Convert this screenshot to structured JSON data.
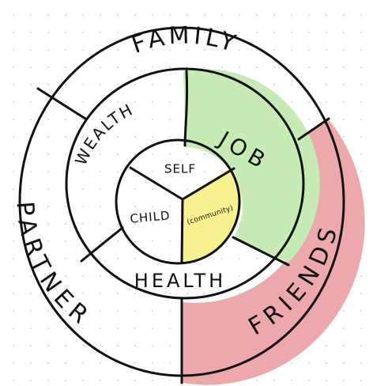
{
  "diagram": {
    "colors": {
      "ink": "#111111",
      "paper": "#ffffff",
      "friends_fill": "#eca8aa",
      "job_fill": "#c6ebb4",
      "community_fill": "#f9f08f"
    },
    "outer_ring": {
      "sections": [
        {
          "label": "FAMILY",
          "fill": "none"
        },
        {
          "label": "FRIENDS",
          "fill": "#eca8aa"
        },
        {
          "label": "PARTNER",
          "fill": "none"
        }
      ]
    },
    "middle_ring": {
      "sections": [
        {
          "label": "JOB",
          "fill": "#c6ebb4"
        },
        {
          "label": "HEALTH",
          "fill": "none"
        },
        {
          "label": "WEALTH",
          "fill": "none"
        }
      ]
    },
    "inner_circle": {
      "sections": [
        {
          "label": "SELF",
          "fill": "none"
        },
        {
          "label": "(community)",
          "fill": "#f9f08f"
        },
        {
          "label": "CHILD",
          "fill": "none"
        }
      ]
    }
  }
}
